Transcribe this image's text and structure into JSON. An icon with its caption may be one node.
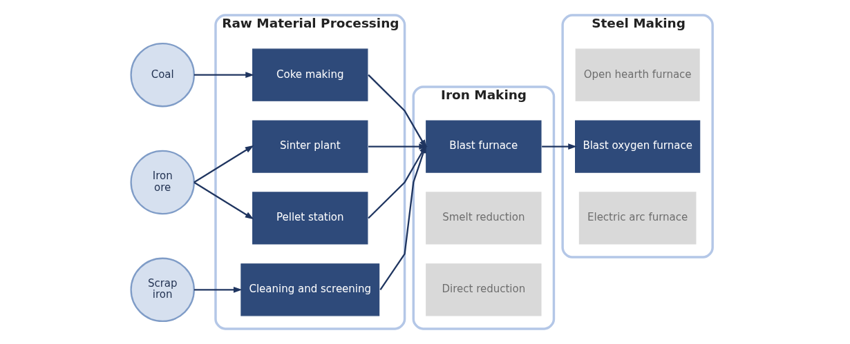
{
  "diagram": {
    "nodes": [
      {
        "text": [
          "Coal"
        ]
      },
      {
        "text": [
          "Iron ore"
        ]
      },
      {
        "text": [
          "Scrap iron"
        ]
      },
      {
        "text": [
          "Raw Material Processing"
        ]
      },
      {
        "text": [
          "Coke making"
        ],
        "in": 3
      },
      {
        "text": [
          "Sinter plant"
        ],
        "in": 3
      },
      {
        "text": [
          "Pellet station"
        ],
        "in": 3
      },
      {
        "text": [
          "Cleaning and screening"
        ],
        "in": 3
      },
      {
        "text": [
          "Iron Making"
        ]
      },
      {
        "text": [
          "Blast furnace"
        ],
        "in": 8
      },
      {
        "text": [
          "Smelt reduction"
        ],
        "in": 8
      },
      {
        "text": [
          "Direct reduction"
        ],
        "in": 8
      },
      {
        "text": [
          "Steel Making"
        ]
      },
      {
        "text": [
          "Open hearth furnace"
        ],
        "in": 12
      },
      {
        "text": [
          "Blast oxygen furnace"
        ],
        "in": 12
      },
      {
        "text": [
          "Electric arc furnace"
        ],
        "in": 12
      }
    ],
    "edges": [
      {
        "from": 0,
        "to": 4,
        "arrow": "to"
      },
      {
        "from": 1,
        "to": 5,
        "arrow": "to"
      },
      {
        "from": 1,
        "to": 6,
        "arrow": "to"
      },
      {
        "from": 2,
        "to": 7,
        "arrow": "to"
      },
      {
        "from": 4,
        "to": 9,
        "arrow": "to"
      },
      {
        "from": 5,
        "to": 9,
        "arrow": "to"
      },
      {
        "from": 6,
        "to": 9,
        "arrow": "to"
      },
      {
        "from": 7,
        "to": 9,
        "arrow": "to"
      },
      {
        "from": 9,
        "to": 14,
        "arrow": "to"
      }
    ]
  }
}
